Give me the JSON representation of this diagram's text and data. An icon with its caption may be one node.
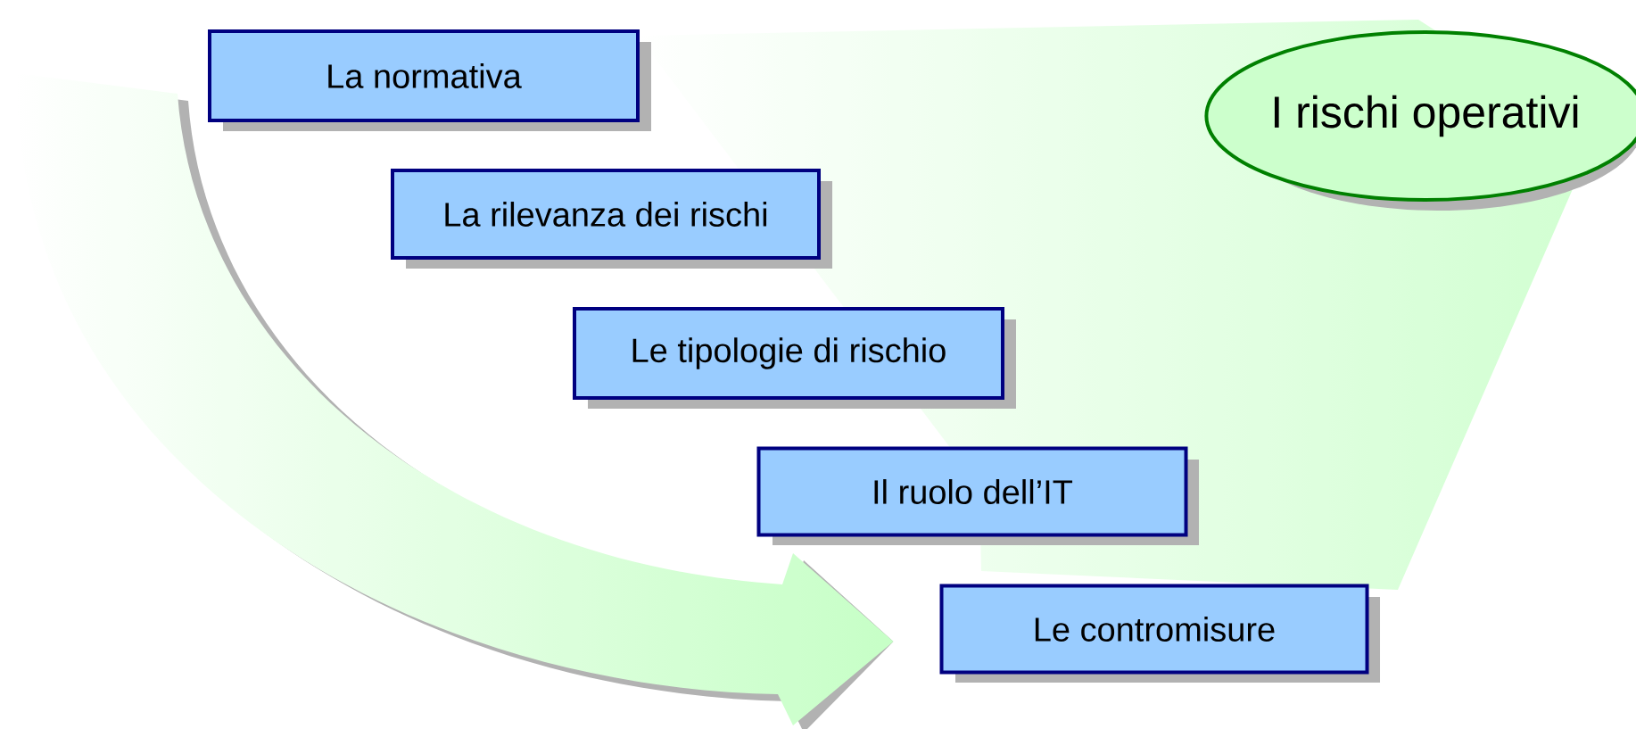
{
  "diagram": {
    "nodes": [
      {
        "text": [
          "La normativa"
        ]
      },
      {
        "text": [
          "La rilevanza dei rischi"
        ]
      },
      {
        "text": [
          "Le tipologie di rischio"
        ]
      },
      {
        "text": [
          "Il ruolo dell’IT"
        ]
      },
      {
        "text": [
          "Le contromisure"
        ]
      },
      {
        "text": [
          "I rischi operativi"
        ]
      }
    ],
    "edges": [
      {
        "from": null,
        "to": 4,
        "arrow": "to"
      }
    ]
  }
}
